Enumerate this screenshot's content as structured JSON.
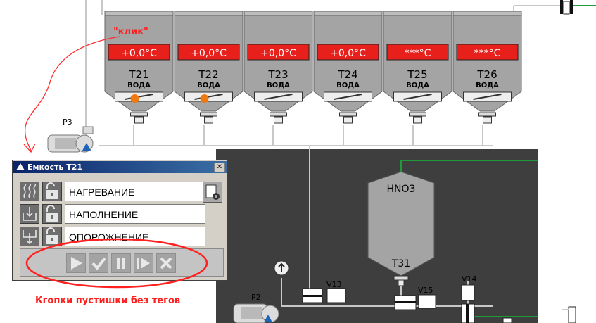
{
  "tanks": [
    {
      "name": "T21",
      "temp": "+0,0°C",
      "medium": "ВОДА",
      "alarm": true
    },
    {
      "name": "T22",
      "temp": "+0,0°C",
      "medium": "ВОДА",
      "alarm": true
    },
    {
      "name": "T23",
      "temp": "+0,0°C",
      "medium": "ВОДА",
      "alarm": false
    },
    {
      "name": "T24",
      "temp": "+0,0°C",
      "medium": "ВОДА",
      "alarm": false
    },
    {
      "name": "T25",
      "temp": "***°C",
      "medium": "ВОДА",
      "alarm": false
    },
    {
      "name": "T26",
      "temp": "***°C",
      "medium": "ВОДА",
      "alarm": false
    }
  ],
  "acid_tank": {
    "top_label": "HNO3",
    "name": "T31"
  },
  "pumps": {
    "p3": "P3",
    "p2": "P2"
  },
  "valves": {
    "v13": "V13",
    "v14": "V14",
    "v15": "V15"
  },
  "popup": {
    "title": "Емкость T21",
    "close_label": "✕",
    "operations": [
      {
        "label": "НАГРЕВАНИЕ",
        "icon": "heating-icon"
      },
      {
        "label": "НАПОЛНЕНИЕ",
        "icon": "fill-icon"
      },
      {
        "label": "ОПОРОЖНЕНИЕ",
        "icon": "empty-icon"
      }
    ],
    "buttons": [
      "play",
      "confirm",
      "pause",
      "step",
      "cancel"
    ]
  },
  "annotations": {
    "click": "\"клик\"",
    "note": "Кгопки пустишки без тегов"
  },
  "colors": {
    "alarm_red": "#e8201c",
    "tank_gray": "#a4a4a4",
    "dark_area": "#3e3e3e",
    "line_green": "#1f9a3a",
    "annotation_red": "#ff1f1f"
  }
}
